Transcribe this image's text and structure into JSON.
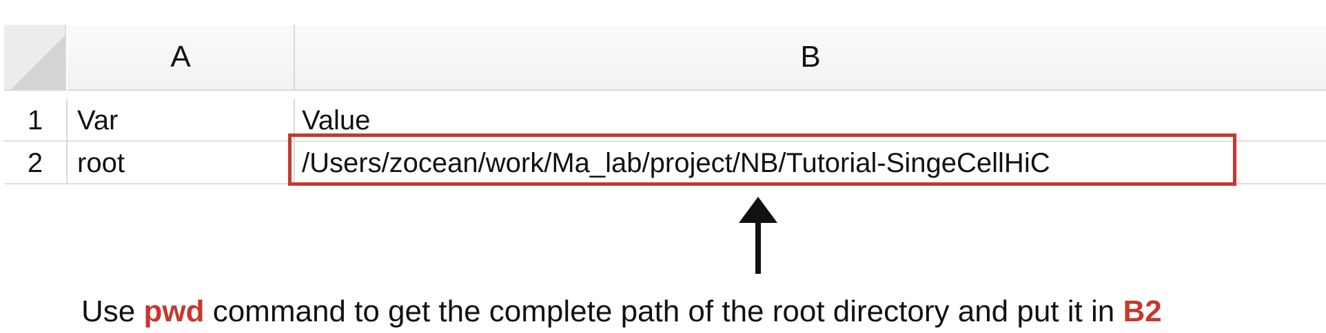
{
  "spreadsheet": {
    "columns": [
      "A",
      "B"
    ],
    "rows": [
      {
        "number": "1",
        "cells": [
          "Var",
          "Value"
        ]
      },
      {
        "number": "2",
        "cells": [
          "root",
          "/Users/zocean/work/Ma_lab/project/NB/Tutorial-SingeCellHiC"
        ]
      }
    ]
  },
  "annotation": {
    "highlight_color": "#c8372d",
    "arrow_icon": "arrow-up-icon",
    "caption_before": "Use ",
    "caption_command": "pwd",
    "caption_middle": " command to get the complete path of the root directory and put it in ",
    "caption_cell": "B2"
  }
}
